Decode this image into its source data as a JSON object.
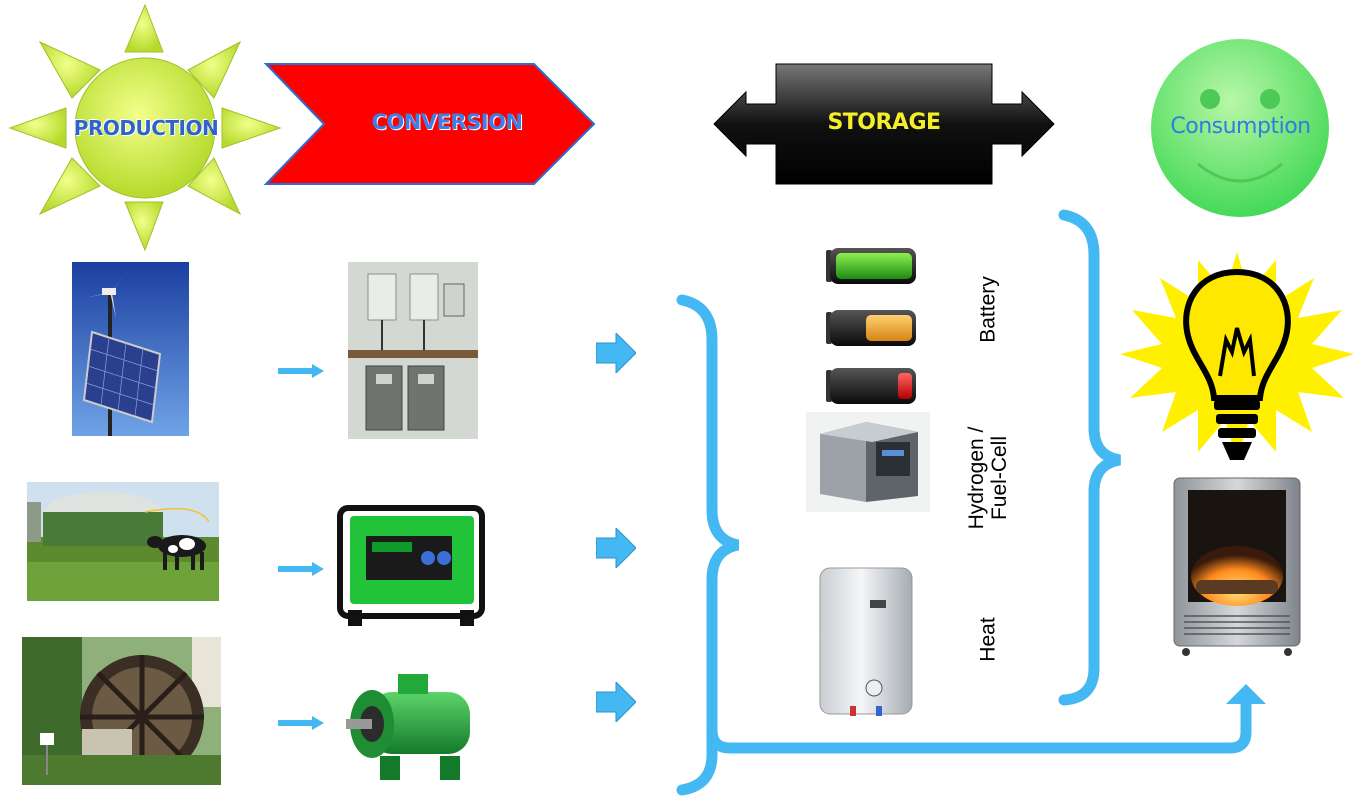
{
  "header": {
    "production": "PRODUCTION",
    "conversion": "CONVERSION",
    "storage": "STORAGE",
    "consumption": "Consumption"
  },
  "storage_items": {
    "battery": "Battery",
    "hydrogen_line1": "Hydrogen /",
    "hydrogen_line2": "Fuel-Cell",
    "heat": "Heat"
  },
  "colors": {
    "sun": "#d4f046",
    "conversion_arrow": "#ff0000",
    "storage_arrow": "#222222",
    "consumption_face": "#63e36b",
    "flow_arrows": "#44b8f2",
    "header_text_blue": "#3b6fd6",
    "header_text_yellow": "#f5ef2a"
  },
  "icons": {
    "production_row1": "wind-solar-mast",
    "production_row2": "biogas-plant-cow",
    "production_row3": "water-wheel",
    "conversion_row1": "inverter-cabinets",
    "conversion_row2": "generator",
    "conversion_row3": "electric-motor",
    "storage_battery": "battery-levels",
    "storage_hydrogen": "fuel-cell-unit",
    "storage_heat": "water-heater",
    "consumption_light": "light-bulb",
    "consumption_heat": "electric-fireplace"
  }
}
